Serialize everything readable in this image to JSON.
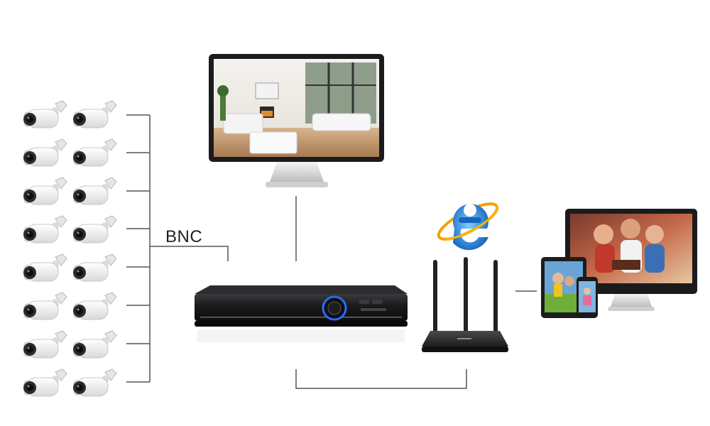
{
  "diagram": {
    "labels": {
      "bnc": "BNC"
    },
    "camera_count": 16,
    "nodes": [
      {
        "id": "cameras",
        "icon": "bullet-camera-icon"
      },
      {
        "id": "monitor",
        "icon": "monitor-icon"
      },
      {
        "id": "dvr",
        "icon": "dvr-recorder-icon"
      },
      {
        "id": "internet",
        "icon": "internet-explorer-icon"
      },
      {
        "id": "router",
        "icon": "wifi-router-icon"
      },
      {
        "id": "client-devices",
        "icon": "devices-icon"
      }
    ],
    "colors": {
      "line": "#555555",
      "camera_body": "#f2f2f2",
      "device_black": "#1b1b1d",
      "ie_blue": "#1f7fd6",
      "dvr_ring": "#2a6cff",
      "room_floor": "#c8a27a"
    }
  }
}
